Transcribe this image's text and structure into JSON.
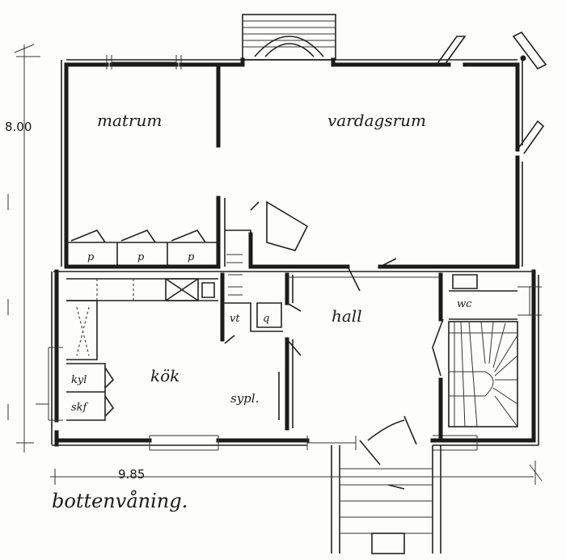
{
  "labels": {
    "rooms": {
      "matrum": "matrum",
      "vardagsrum": "vardagsrum",
      "hall": "hall",
      "kok": "kök",
      "sypl": "sypl.",
      "wc": "wc",
      "vt": "vt",
      "q": "q"
    },
    "storage": {
      "p1": "p",
      "p2": "p",
      "p3": "p",
      "kyl": "kyl",
      "skf": "skf"
    },
    "dimensions": {
      "height": "8.00",
      "width": "9.85"
    },
    "title": "bottenvåning."
  }
}
